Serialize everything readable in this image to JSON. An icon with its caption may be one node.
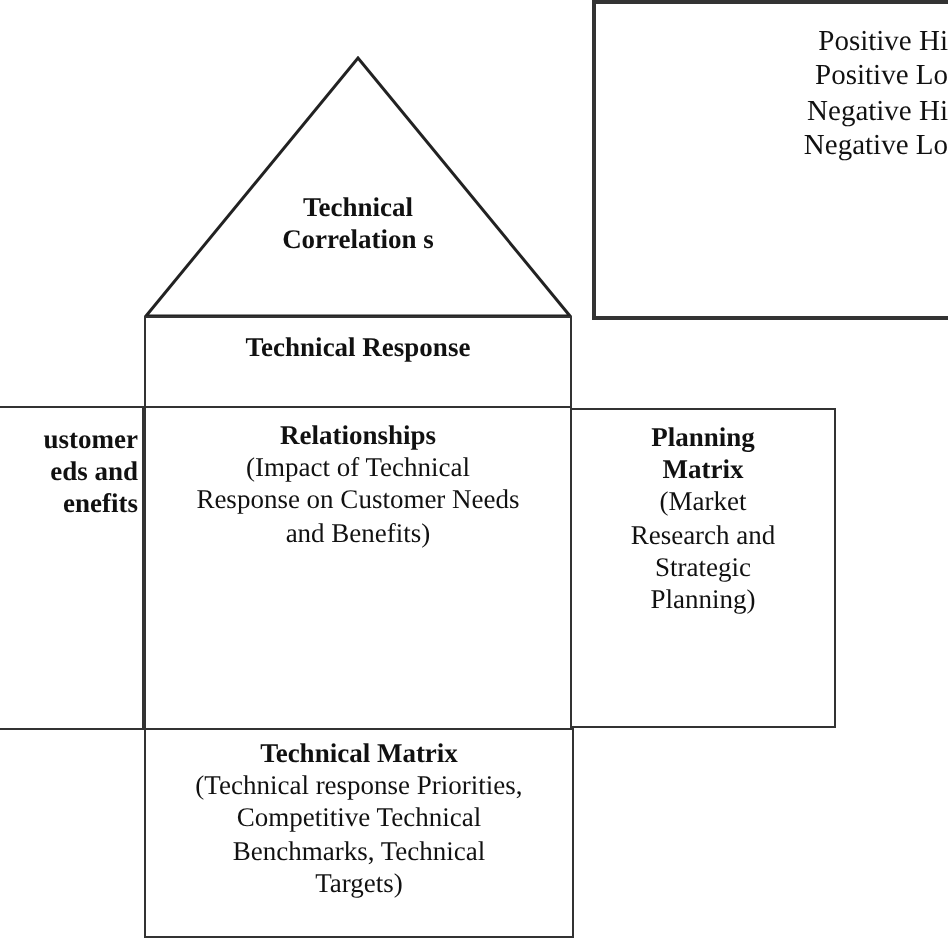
{
  "diagram": {
    "nodes": [
      {
        "text": [
          "Technical Correlation s"
        ]
      },
      {
        "text": [
          "Technical Response"
        ]
      },
      {
        "text": [
          "ustomer eds and enefits"
        ]
      },
      {
        "text": [
          "Relationships",
          "(Impact of Technical Response on Customer Needs and Benefits)"
        ]
      },
      {
        "text": [
          "Planning Matrix",
          "(Market Research and Strategic Planning)"
        ]
      },
      {
        "text": [
          "Technical Matrix",
          "(Technical response Priorities, Competitive Technical Benchmarks, Technical Targets)"
        ]
      },
      {
        "text": [
          "Positive Hi",
          "Positive Lo",
          "Negative Hi",
          "Negative Lo"
        ]
      }
    ]
  }
}
